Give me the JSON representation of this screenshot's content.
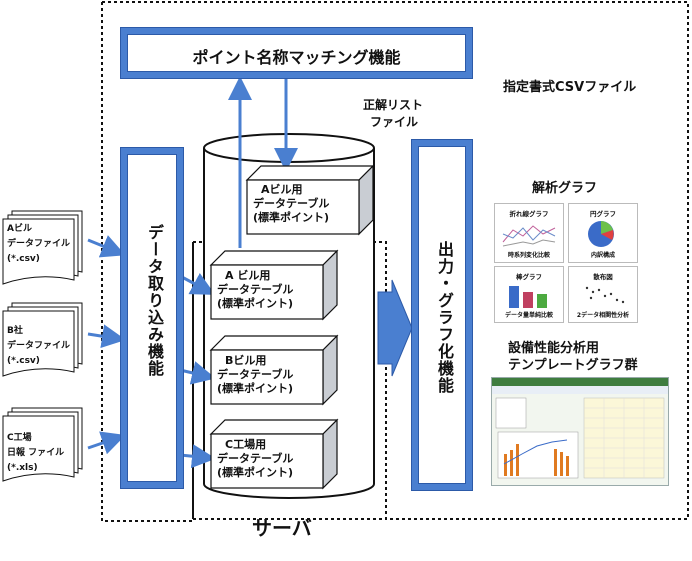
{
  "matching": {
    "title": "ポイント名称マッチング機能"
  },
  "csv_file": {
    "label": "指定書式CSVファイル"
  },
  "seikai": {
    "line1": "正解リスト",
    "line2": "ファイル"
  },
  "import": {
    "label": "データ取り込み機能"
  },
  "output": {
    "label": "出力・グラフ化機能"
  },
  "server": {
    "label": "サーバ"
  },
  "standard_table": {
    "line1": "Aビル用",
    "line2": "データテーブル",
    "line3": "(標準ポイント)"
  },
  "tables": [
    {
      "line1": "A ビル用",
      "line2": "データテーブル",
      "line3": "(標準ポイント)"
    },
    {
      "line1": "Bビル用",
      "line2": "データテーブル",
      "line3": "(標準ポイント)"
    },
    {
      "line1": "C工場用",
      "line2": "データテーブル",
      "line3": "(標準ポイント)"
    }
  ],
  "input_files": [
    {
      "line1": "Aビル",
      "line2": "データファイル",
      "line3": "(*.csv)"
    },
    {
      "line1": "B社",
      "line2": "データファイル",
      "line3": "(*.csv)"
    },
    {
      "line1": "C工場",
      "line2": "日報 ファイル",
      "line3": "(*.xls)"
    }
  ],
  "analysis": {
    "title": "解析グラフ",
    "thumbs": [
      {
        "title": "折れ線グラフ",
        "caption": "時系列変化比較"
      },
      {
        "title": "円グラフ",
        "caption": "内訳構成"
      },
      {
        "title": "棒グラフ",
        "caption": "データ量単純比較"
      },
      {
        "title": "散布図",
        "caption": "2データ相関性分析"
      }
    ]
  },
  "template": {
    "line1": "設備性能分析用",
    "line2": "テンプレートグラフ群"
  },
  "colors": {
    "accent": "#4a7fd0",
    "accent_dark": "#2c5aa8",
    "box_side": "#c9cdd3"
  }
}
